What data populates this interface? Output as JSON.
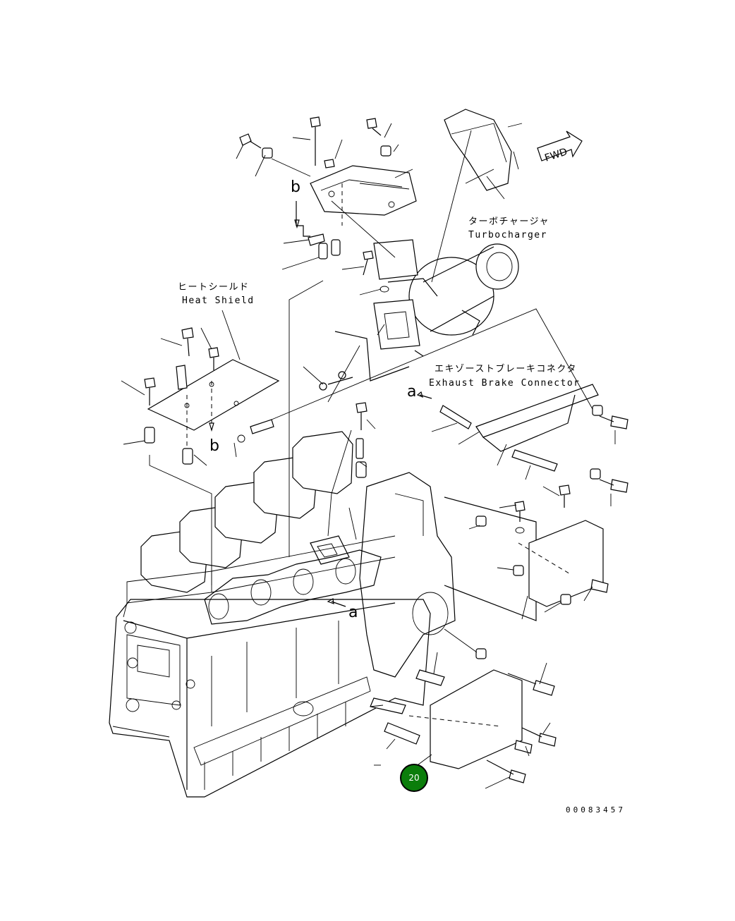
{
  "labels": {
    "turbocharger_jp": "ターボチャージャ",
    "turbocharger_en": "Turbocharger",
    "heat_shield_jp": "ヒートシールド",
    "heat_shield_en": "Heat Shield",
    "exhaust_brake_jp": "エキゾーストブレーキコネクタ",
    "exhaust_brake_en": "Exhaust Brake Connector",
    "fwd": "FWD"
  },
  "reference_letters": {
    "b_top": "b",
    "b_mid": "b",
    "a_right": "a",
    "a_lower": "a"
  },
  "callout": {
    "number": "20",
    "color": "#0b7d0b"
  },
  "drawing_code": "00083457"
}
